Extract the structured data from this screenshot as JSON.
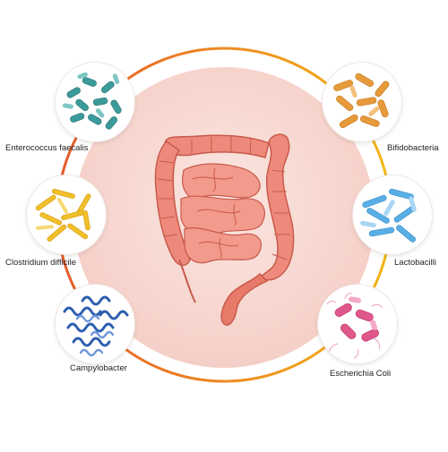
{
  "diagram": {
    "colors": {
      "ring_left": "#e35a2a",
      "ring_right": "#f2b614",
      "inner_disc": "#f8d8d2",
      "intestine": "#ef8a7c",
      "intestine_dark": "#d4604f"
    },
    "bacteria": [
      {
        "label": "Enterococcus faecalis",
        "icon": "teal-rod-bacteria-icon",
        "color": "#3b9a9a"
      },
      {
        "label": "Clostridium difficile",
        "icon": "yellow-rod-bacteria-icon",
        "color": "#f0bf2a"
      },
      {
        "label": "Campylobacter",
        "icon": "blue-spiral-bacteria-icon",
        "color": "#2d5fb0"
      },
      {
        "label": "Bifidobacteria",
        "icon": "orange-branched-bacteria-icon",
        "color": "#e79a3a"
      },
      {
        "label": "Lactobacilli",
        "icon": "light-blue-rod-bacteria-icon",
        "color": "#5aaee6"
      },
      {
        "label": "Escherichia Coli",
        "icon": "pink-flagellated-bacteria-icon",
        "color": "#e0578c"
      }
    ]
  }
}
